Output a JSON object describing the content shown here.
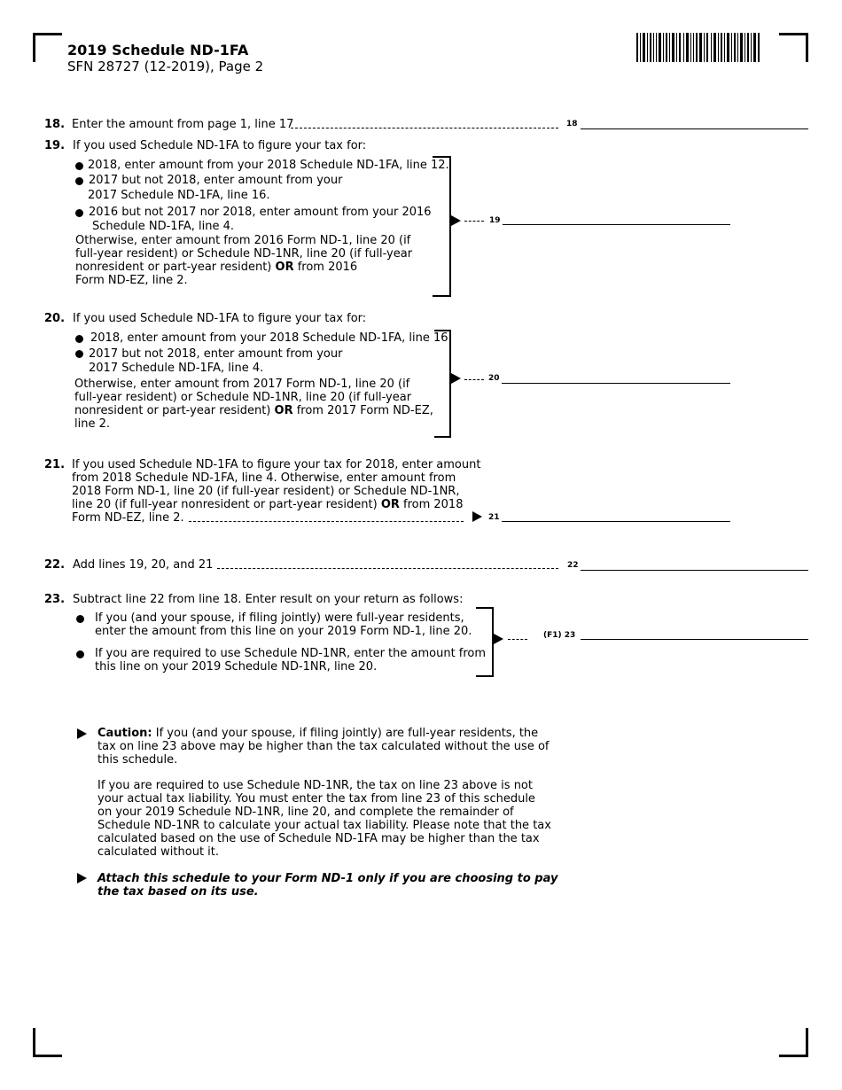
{
  "header": {
    "title": "2019 Schedule ND-1FA",
    "subtitle": "SFN 28727 (12-2019), Page 2"
  },
  "lines": {
    "l18": {
      "num": "18.",
      "text": "Enter the amount from page 1, line 17",
      "box": "18"
    },
    "l19": {
      "num": "19.",
      "intro": "If you used Schedule ND-1FA to figure your tax for:",
      "b1": "2018, enter amount from your 2018 Schedule ND-1FA, line 12.",
      "b2a": "2017 but not 2018, enter amount from your",
      "b2b": "2017 Schedule ND-1FA, line 16.",
      "b3a": "2016 but not 2017 nor 2018, enter amount from your 2016",
      "b3b": "Schedule ND-1FA, line 4.",
      "o1": "Otherwise, enter amount from 2016 Form ND-1, line 20 (if",
      "o2": "full-year resident) or Schedule ND-1NR, line 20 (if full-year",
      "o3a": "nonresident or part-year resident) ",
      "o3or": "OR",
      "o3b": " from 2016",
      "o4": "Form ND-EZ, line 2.",
      "box": "19"
    },
    "l20": {
      "num": "20.",
      "intro": "If you used Schedule ND-1FA to figure your tax for:",
      "b1": "2018, enter amount from your 2018 Schedule ND-1FA, line 16.",
      "b2a": "2017 but not 2018, enter amount from your",
      "b2b": "2017 Schedule ND-1FA, line 4.",
      "o1": "Otherwise, enter amount from 2017 Form ND-1, line 20 (if",
      "o2": "full-year resident) or Schedule ND-1NR, line 20 (if full-year",
      "o3a": "nonresident or part-year resident) ",
      "o3or": "OR",
      "o3b": " from 2017 Form ND-EZ,",
      "o4": "line 2.",
      "box": "20"
    },
    "l21": {
      "num": "21.",
      "t1": "If you used Schedule ND-1FA to figure your tax for 2018, enter amount",
      "t2": "from 2018 Schedule ND-1FA, line 4.  Otherwise, enter amount from",
      "t3": "2018 Form ND-1, line 20 (if full-year resident) or Schedule ND-1NR,",
      "t4a": "line 20 (if full-year nonresident or part-year resident) ",
      "t4or": "OR",
      "t4b": " from 2018",
      "t5": "Form ND-EZ, line 2.",
      "box": "21"
    },
    "l22": {
      "num": "22.",
      "text": "Add lines 19, 20, and 21",
      "box": "22"
    },
    "l23": {
      "num": "23.",
      "intro": "Subtract line 22 from line 18.  Enter result on your return as follows:",
      "b1a": "If you (and your spouse, if filing jointly) were full-year residents,",
      "b1b": "enter the amount from this line on your 2019 Form ND-1, line 20.",
      "b2a": "If you are required to use Schedule ND-1NR, enter the amount from",
      "b2b": "this line on your 2019 Schedule ND-1NR, line 20.",
      "box": "(F1) 23"
    }
  },
  "caution": {
    "label": "Caution:",
    "p1a": " If you (and your spouse, if filing jointly) are full-year residents, the",
    "p1b": "tax on line 23 above may be higher than the tax calculated without the use of",
    "p1c": "this schedule.",
    "p2": [
      "If you are required to use Schedule ND-1NR, the tax on line 23 above is not",
      "your actual tax liability.  You must enter the tax from line 23 of this schedule",
      "on your 2019 Schedule ND-1NR, line 20, and complete the remainder of",
      "Schedule ND-1NR to calculate your actual tax liability.  Please note that the tax",
      "calculated based on the use of Schedule ND-1FA may be higher than the tax",
      "calculated without it."
    ],
    "attach1": "Attach this schedule to your Form ND-1 only if you are choosing to pay",
    "attach2": "the tax based on its use."
  }
}
